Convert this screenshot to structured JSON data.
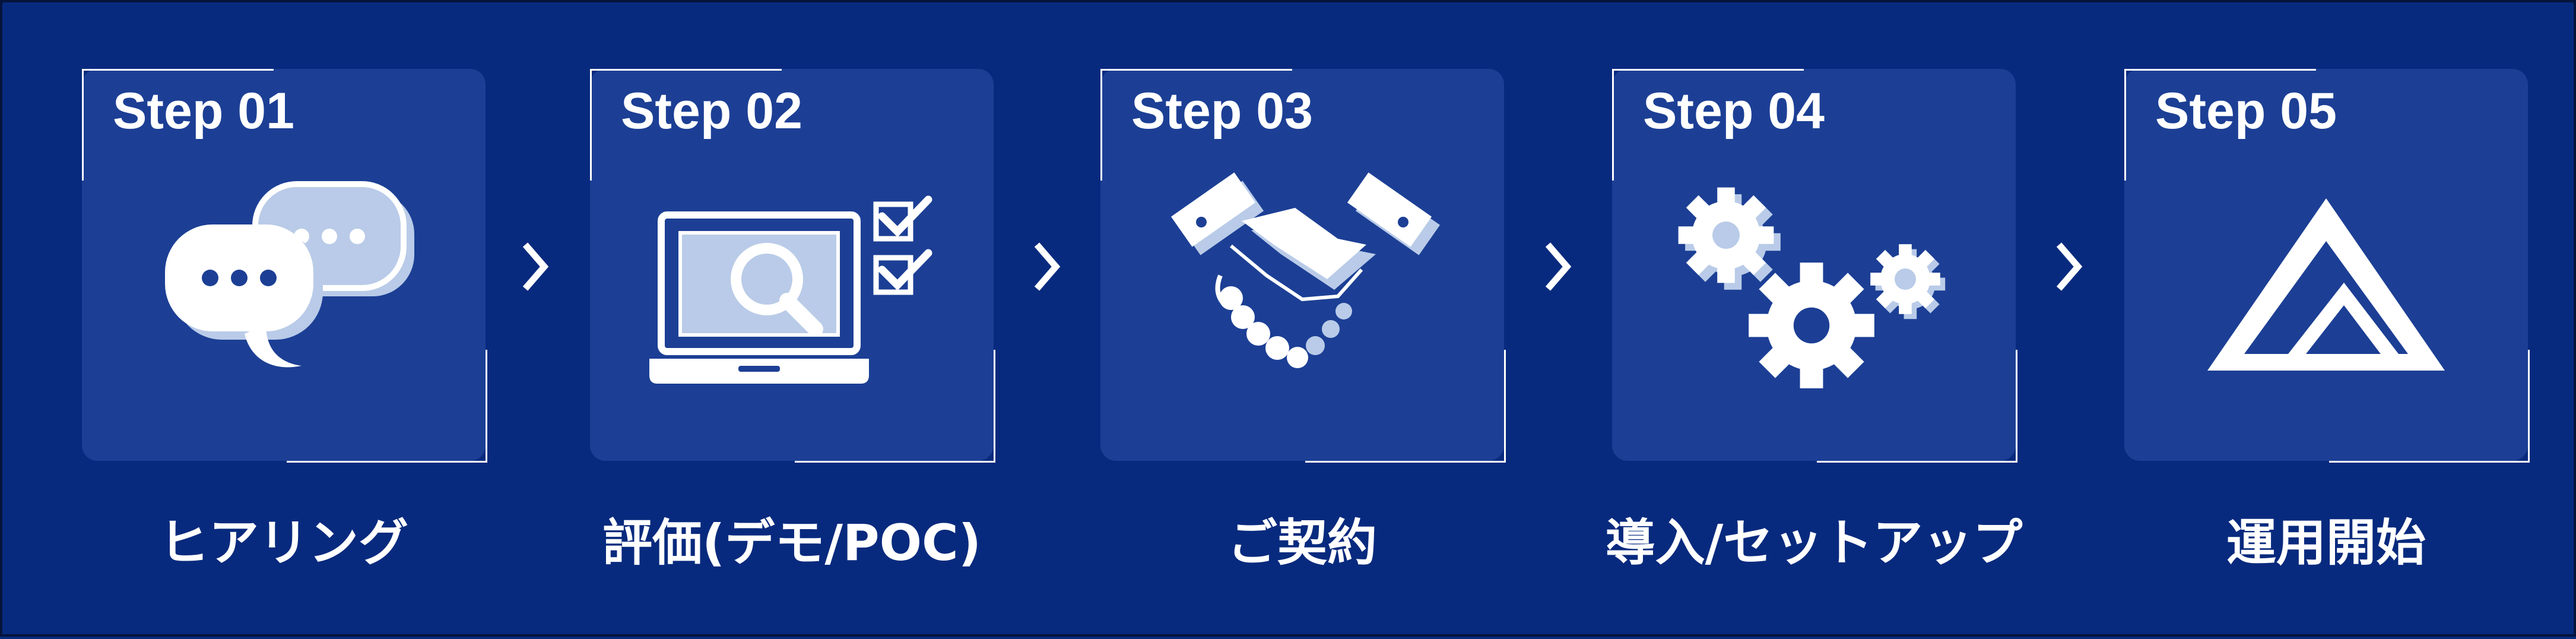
{
  "steps": [
    {
      "label": "Step 01",
      "caption": "ヒアリング",
      "icon": "chat-bubbles-icon"
    },
    {
      "label": "Step 02",
      "caption": "評価(デモ/POC)",
      "icon": "laptop-search-icon"
    },
    {
      "label": "Step 03",
      "caption": "ご契約",
      "icon": "handshake-icon"
    },
    {
      "label": "Step 04",
      "caption": "導入/セットアップ",
      "icon": "gears-icon"
    },
    {
      "label": "Step 05",
      "caption": "運用開始",
      "icon": "triangle-logo-icon"
    }
  ],
  "colors": {
    "background": "#082a7e",
    "card": "#1c3f95",
    "icon_primary": "#ffffff",
    "icon_shadow": "#b9cbe8"
  }
}
